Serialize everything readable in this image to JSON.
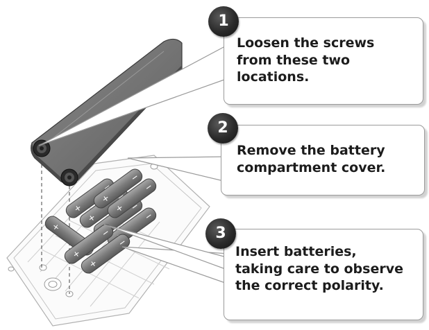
{
  "steps": [
    {
      "number": "1",
      "text": "Loosen the screws\nfrom these two\nlocations."
    },
    {
      "number": "2",
      "text": "Remove the battery\ncompartment cover."
    },
    {
      "number": "3",
      "text": "Insert batteries,\ntaking care to observe\nthe correct polarity."
    }
  ],
  "colors": {
    "callout_border": "#9a9a9a",
    "badge": "#2a2a2a",
    "cover": "#6e6e6e",
    "battery": "#8a8a8a"
  },
  "icons": [
    "screw-icon",
    "battery-icon"
  ]
}
